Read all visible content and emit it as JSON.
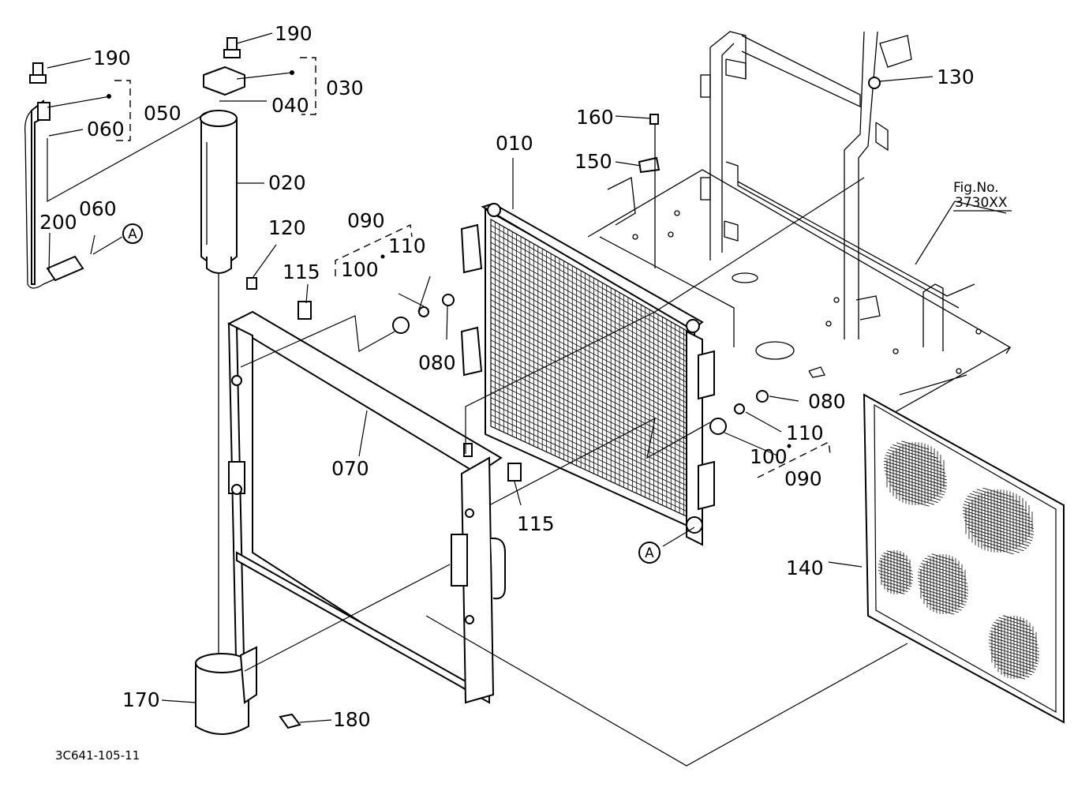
{
  "diagram": {
    "drawing_number": "3C641-105-11",
    "reference_label": "Fig.No.",
    "reference_number": "3730XX",
    "connection_marker": "A",
    "callouts": [
      {
        "id": "c190a",
        "text": "190"
      },
      {
        "id": "c190b",
        "text": "190"
      },
      {
        "id": "c050",
        "text": "050"
      },
      {
        "id": "c060a",
        "text": "060"
      },
      {
        "id": "c040",
        "text": "040"
      },
      {
        "id": "c030",
        "text": "030"
      },
      {
        "id": "c020",
        "text": "020"
      },
      {
        "id": "c200",
        "text": "200"
      },
      {
        "id": "c060b",
        "text": "060"
      },
      {
        "id": "c120",
        "text": "120"
      },
      {
        "id": "c115a",
        "text": "115"
      },
      {
        "id": "c090a",
        "text": "090"
      },
      {
        "id": "c100a",
        "text": "100"
      },
      {
        "id": "c110a",
        "text": "110"
      },
      {
        "id": "c080a",
        "text": "080"
      },
      {
        "id": "c010",
        "text": "010"
      },
      {
        "id": "c160",
        "text": "160"
      },
      {
        "id": "c150",
        "text": "150"
      },
      {
        "id": "c130",
        "text": "130"
      },
      {
        "id": "c070",
        "text": "070"
      },
      {
        "id": "c115b",
        "text": "115"
      },
      {
        "id": "c080b",
        "text": "080"
      },
      {
        "id": "c110b",
        "text": "110"
      },
      {
        "id": "c100b",
        "text": "100"
      },
      {
        "id": "c090b",
        "text": "090"
      },
      {
        "id": "c140",
        "text": "140"
      },
      {
        "id": "c170",
        "text": "170"
      },
      {
        "id": "c180",
        "text": "180"
      }
    ]
  }
}
